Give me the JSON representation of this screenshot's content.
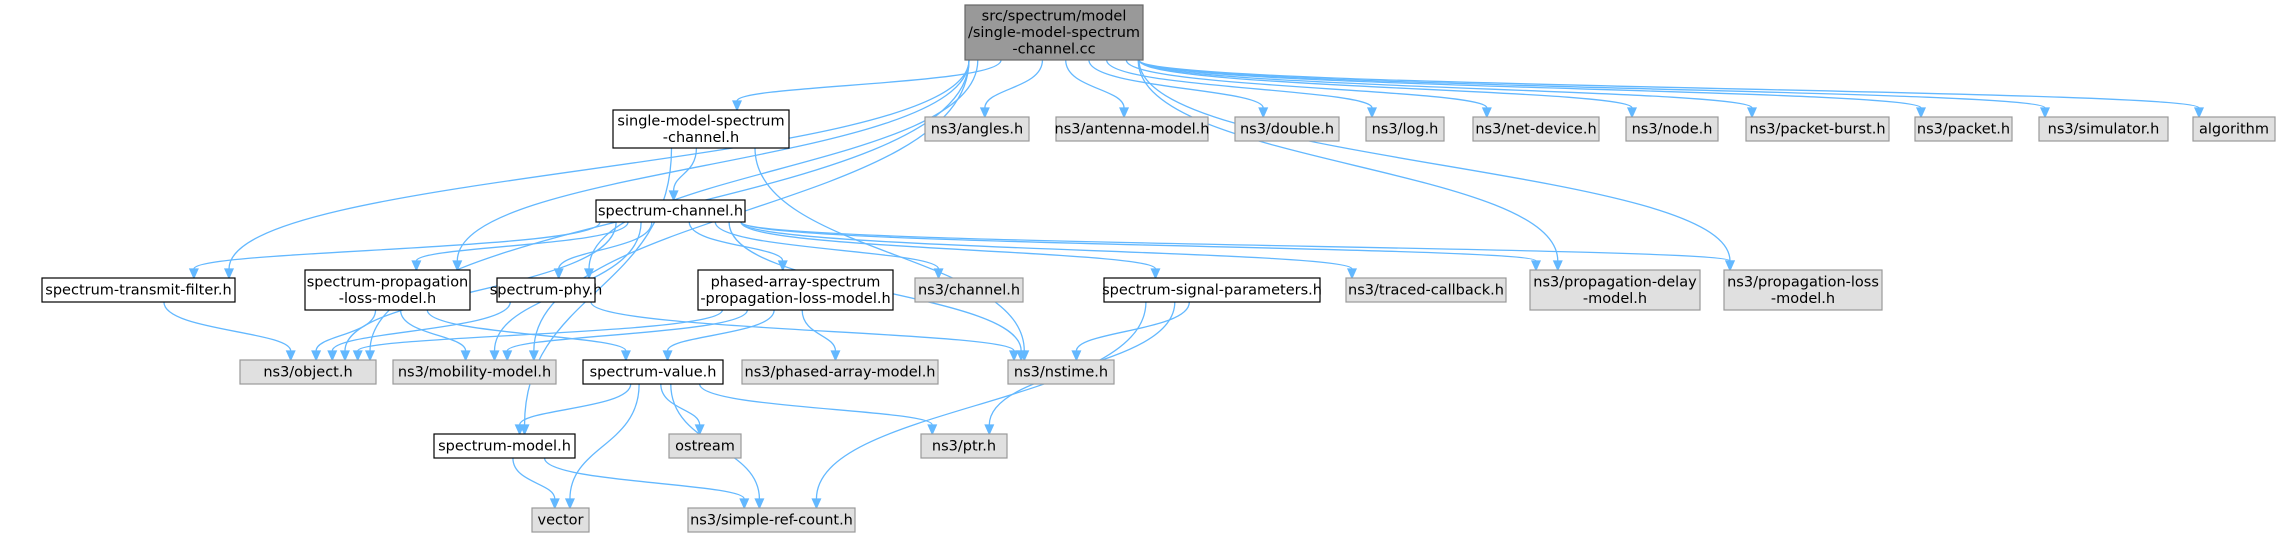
{
  "diagram": {
    "nodes": [
      {
        "id": "root",
        "kind": "root",
        "lines": [
          "src/spectrum/model",
          "/single-model-spectrum",
          "-channel.cc"
        ]
      },
      {
        "id": "smsc_h",
        "kind": "local",
        "lines": [
          "single-model-spectrum",
          "-channel.h"
        ]
      },
      {
        "id": "angles",
        "kind": "sys",
        "lines": [
          "ns3/angles.h"
        ]
      },
      {
        "id": "antenna",
        "kind": "sys",
        "lines": [
          "ns3/antenna-model.h"
        ]
      },
      {
        "id": "double",
        "kind": "sys",
        "lines": [
          "ns3/double.h"
        ]
      },
      {
        "id": "log",
        "kind": "sys",
        "lines": [
          "ns3/log.h"
        ]
      },
      {
        "id": "netdev",
        "kind": "sys",
        "lines": [
          "ns3/net-device.h"
        ]
      },
      {
        "id": "node",
        "kind": "sys",
        "lines": [
          "ns3/node.h"
        ]
      },
      {
        "id": "pburst",
        "kind": "sys",
        "lines": [
          "ns3/packet-burst.h"
        ]
      },
      {
        "id": "packet",
        "kind": "sys",
        "lines": [
          "ns3/packet.h"
        ]
      },
      {
        "id": "simulator",
        "kind": "sys",
        "lines": [
          "ns3/simulator.h"
        ]
      },
      {
        "id": "algorithm",
        "kind": "sys",
        "lines": [
          "algorithm"
        ]
      },
      {
        "id": "spchan",
        "kind": "local",
        "lines": [
          "spectrum-channel.h"
        ]
      },
      {
        "id": "stf",
        "kind": "local",
        "lines": [
          "spectrum-transmit-filter.h"
        ]
      },
      {
        "id": "splm",
        "kind": "local",
        "lines": [
          "spectrum-propagation",
          "-loss-model.h"
        ]
      },
      {
        "id": "sphy",
        "kind": "local",
        "lines": [
          "spectrum-phy.h"
        ]
      },
      {
        "id": "pasplm",
        "kind": "local",
        "lines": [
          "phased-array-spectrum",
          "-propagation-loss-model.h"
        ]
      },
      {
        "id": "channel",
        "kind": "sys",
        "lines": [
          "ns3/channel.h"
        ]
      },
      {
        "id": "ssp",
        "kind": "local",
        "lines": [
          "spectrum-signal-parameters.h"
        ]
      },
      {
        "id": "traced",
        "kind": "sys",
        "lines": [
          "ns3/traced-callback.h"
        ]
      },
      {
        "id": "pdelay",
        "kind": "sys",
        "lines": [
          "ns3/propagation-delay",
          "-model.h"
        ]
      },
      {
        "id": "ploss",
        "kind": "sys",
        "lines": [
          "ns3/propagation-loss",
          "-model.h"
        ]
      },
      {
        "id": "object",
        "kind": "sys",
        "lines": [
          "ns3/object.h"
        ]
      },
      {
        "id": "mobility",
        "kind": "sys",
        "lines": [
          "ns3/mobility-model.h"
        ]
      },
      {
        "id": "spval",
        "kind": "local",
        "lines": [
          "spectrum-value.h"
        ]
      },
      {
        "id": "pam",
        "kind": "sys",
        "lines": [
          "ns3/phased-array-model.h"
        ]
      },
      {
        "id": "nstime",
        "kind": "sys",
        "lines": [
          "ns3/nstime.h"
        ]
      },
      {
        "id": "spmodel",
        "kind": "local",
        "lines": [
          "spectrum-model.h"
        ]
      },
      {
        "id": "ostream",
        "kind": "sys",
        "lines": [
          "ostream"
        ]
      },
      {
        "id": "ptr",
        "kind": "sys",
        "lines": [
          "ns3/ptr.h"
        ]
      },
      {
        "id": "vector",
        "kind": "sys",
        "lines": [
          "vector"
        ]
      },
      {
        "id": "simpleref",
        "kind": "sys",
        "lines": [
          "ns3/simple-ref-count.h"
        ]
      }
    ],
    "edges": [
      [
        "root",
        "smsc_h"
      ],
      [
        "root",
        "angles"
      ],
      [
        "root",
        "antenna"
      ],
      [
        "root",
        "double"
      ],
      [
        "root",
        "log"
      ],
      [
        "root",
        "netdev"
      ],
      [
        "root",
        "node"
      ],
      [
        "root",
        "pburst"
      ],
      [
        "root",
        "packet"
      ],
      [
        "root",
        "simulator"
      ],
      [
        "root",
        "algorithm"
      ],
      [
        "root",
        "object"
      ],
      [
        "root",
        "mobility"
      ],
      [
        "root",
        "stf"
      ],
      [
        "root",
        "splm"
      ],
      [
        "root",
        "sphy"
      ],
      [
        "root",
        "pdelay"
      ],
      [
        "root",
        "ploss"
      ],
      [
        "smsc_h",
        "spchan"
      ],
      [
        "smsc_h",
        "nstime"
      ],
      [
        "smsc_h",
        "spmodel"
      ],
      [
        "spchan",
        "stf"
      ],
      [
        "spchan",
        "splm"
      ],
      [
        "spchan",
        "sphy"
      ],
      [
        "spchan",
        "pasplm"
      ],
      [
        "spchan",
        "channel"
      ],
      [
        "spchan",
        "ssp"
      ],
      [
        "spchan",
        "traced"
      ],
      [
        "spchan",
        "pdelay"
      ],
      [
        "spchan",
        "ploss"
      ],
      [
        "spchan",
        "object"
      ],
      [
        "spchan",
        "mobility"
      ],
      [
        "spchan",
        "nstime"
      ],
      [
        "stf",
        "object"
      ],
      [
        "splm",
        "object"
      ],
      [
        "splm",
        "mobility"
      ],
      [
        "splm",
        "spval"
      ],
      [
        "sphy",
        "object"
      ],
      [
        "sphy",
        "nstime"
      ],
      [
        "pasplm",
        "mobility"
      ],
      [
        "pasplm",
        "object"
      ],
      [
        "pasplm",
        "spval"
      ],
      [
        "pasplm",
        "pam"
      ],
      [
        "ssp",
        "nstime"
      ],
      [
        "ssp",
        "ptr"
      ],
      [
        "ssp",
        "simpleref"
      ],
      [
        "spval",
        "spmodel"
      ],
      [
        "spval",
        "ostream"
      ],
      [
        "spval",
        "ptr"
      ],
      [
        "spval",
        "vector"
      ],
      [
        "spval",
        "simpleref"
      ],
      [
        "spmodel",
        "vector"
      ],
      [
        "spmodel",
        "simpleref"
      ]
    ]
  }
}
